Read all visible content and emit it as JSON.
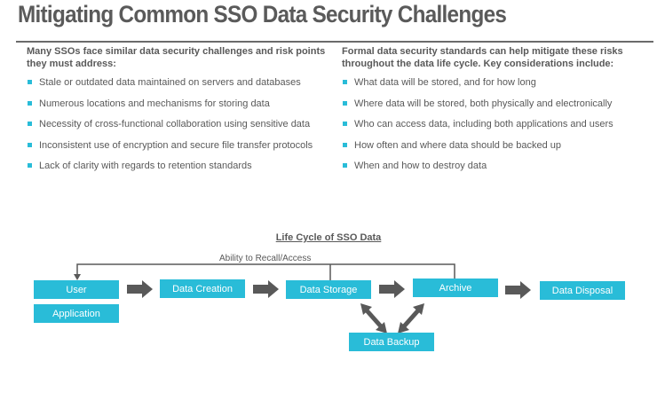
{
  "title": "Mitigating Common SSO Data Security Challenges",
  "left": {
    "heading": "Many SSOs face similar data security challenges and risk points they must address:",
    "items": [
      "Stale or outdated data maintained on servers and databases",
      "Numerous locations and mechanisms for storing data",
      "Necessity of cross-functional collaboration using sensitive data",
      "Inconsistent use of encryption and secure file transfer protocols",
      "Lack of clarity with regards to retention standards"
    ]
  },
  "right": {
    "heading": "Formal data security standards can help mitigate these risks throughout the data life cycle. Key considerations include:",
    "items": [
      "What data will be stored, and for how long",
      "Where data will be stored, both physically and electronically",
      "Who can access data, including both applications and users",
      "How often and where data should be backed up",
      "When and how to destroy data"
    ]
  },
  "diagram": {
    "title": "Life Cycle of SSO Data",
    "recall_label": "Ability to Recall/Access",
    "boxes": {
      "user": "User",
      "application": "Application",
      "creation": "Data Creation",
      "storage": "Data Storage",
      "archive": "Archive",
      "disposal": "Data Disposal",
      "backup": "Data Backup"
    },
    "box_color": "#29bcd8",
    "arrow_color": "#595959"
  }
}
